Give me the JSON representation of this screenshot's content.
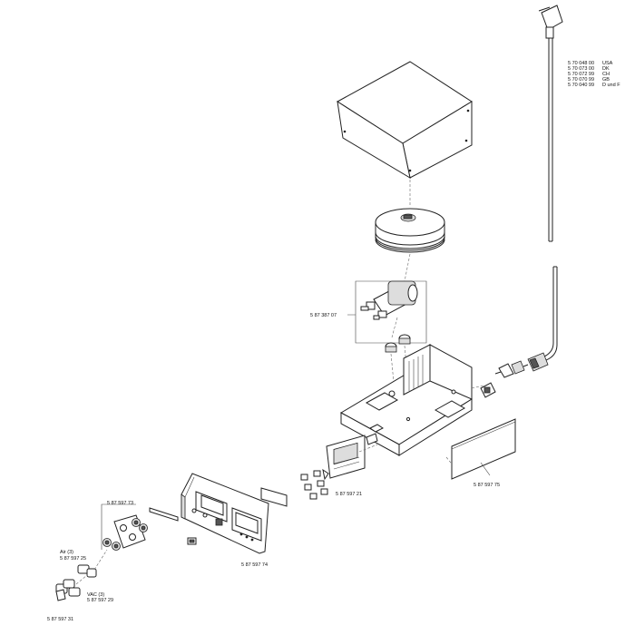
{
  "cable_part_list": [
    {
      "part": "5 70 048 00",
      "region": "USA"
    },
    {
      "part": "5 70 073 00",
      "region": "DK"
    },
    {
      "part": "5 70 072 99",
      "region": "CH"
    },
    {
      "part": "5 70 070 99",
      "region": "GB"
    },
    {
      "part": "5 70 040 99",
      "region": "D und F"
    }
  ],
  "callouts": {
    "transformer": "5 87 387 07",
    "side_panel": "5 87 597 75",
    "rear_board": "5 87 597 21",
    "front_panel": "5 87 597 74",
    "jack_plate": "5 87 597 73",
    "air_label": "Air (3)",
    "air_part": "5 87 597 25",
    "vac_label": "VAC (3)",
    "vac_part": "5 87 597 29",
    "bottom_part": "5 87 597 31"
  }
}
